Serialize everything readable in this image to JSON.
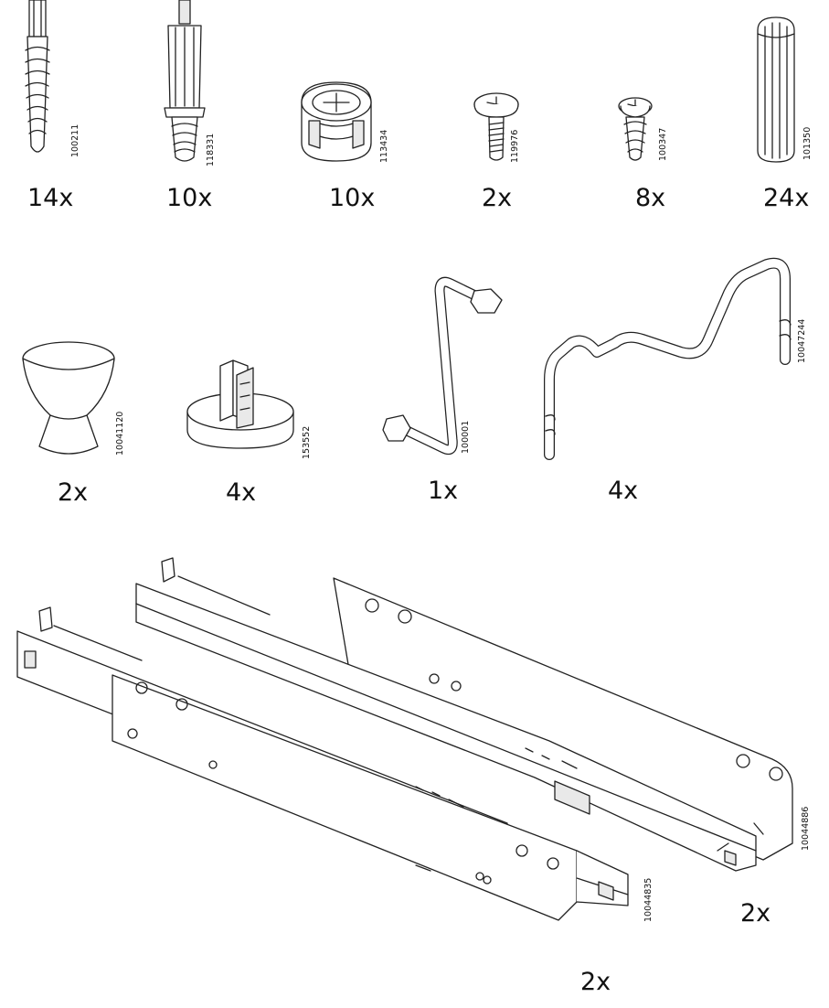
{
  "parts": [
    {
      "id": "p1",
      "article": "100211",
      "quantity": "14x"
    },
    {
      "id": "p2",
      "article": "118331",
      "quantity": "10x"
    },
    {
      "id": "p3",
      "article": "113434",
      "quantity": "10x"
    },
    {
      "id": "p4",
      "article": "119976",
      "quantity": "2x"
    },
    {
      "id": "p5",
      "article": "100347",
      "quantity": "8x"
    },
    {
      "id": "p6",
      "article": "101350",
      "quantity": "24x"
    },
    {
      "id": "p7",
      "article": "10041120",
      "quantity": "2x"
    },
    {
      "id": "p8",
      "article": "153552",
      "quantity": "4x"
    },
    {
      "id": "p9",
      "article": "100001",
      "quantity": "1x"
    },
    {
      "id": "p10",
      "article": "10047244",
      "quantity": "4x"
    },
    {
      "id": "p11",
      "article": "10044886",
      "quantity": "2x"
    },
    {
      "id": "p12",
      "article": "10044835",
      "quantity": "2x"
    }
  ],
  "icons": {
    "p1": "wood-screw-icon",
    "p2": "dowel-pin-icon",
    "p3": "cam-lock-icon",
    "p4": "machine-screw-icon",
    "p5": "short-screw-icon",
    "p6": "wooden-dowel-icon",
    "p7": "knob-icon",
    "p8": "foot-pad-icon",
    "p9": "allen-key-icon",
    "p10": "wire-handle-icon",
    "p11": "drawer-rail-icon",
    "p12": "drawer-rail-icon"
  }
}
